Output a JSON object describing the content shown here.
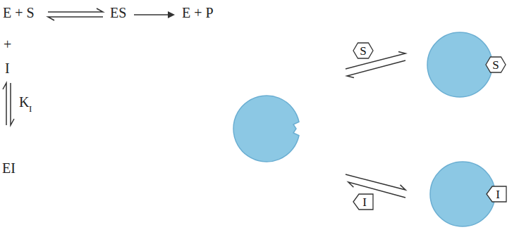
{
  "diagram": {
    "nodes": [
      {
        "text": [
          "S"
        ]
      },
      {
        "text": [
          "S"
        ]
      },
      {
        "text": [
          "I"
        ]
      },
      {
        "text": [
          "I"
        ]
      }
    ],
    "labels": [
      "E + S",
      "ES",
      "E + P",
      "+",
      "I",
      "K",
      "I",
      "EI"
    ]
  }
}
